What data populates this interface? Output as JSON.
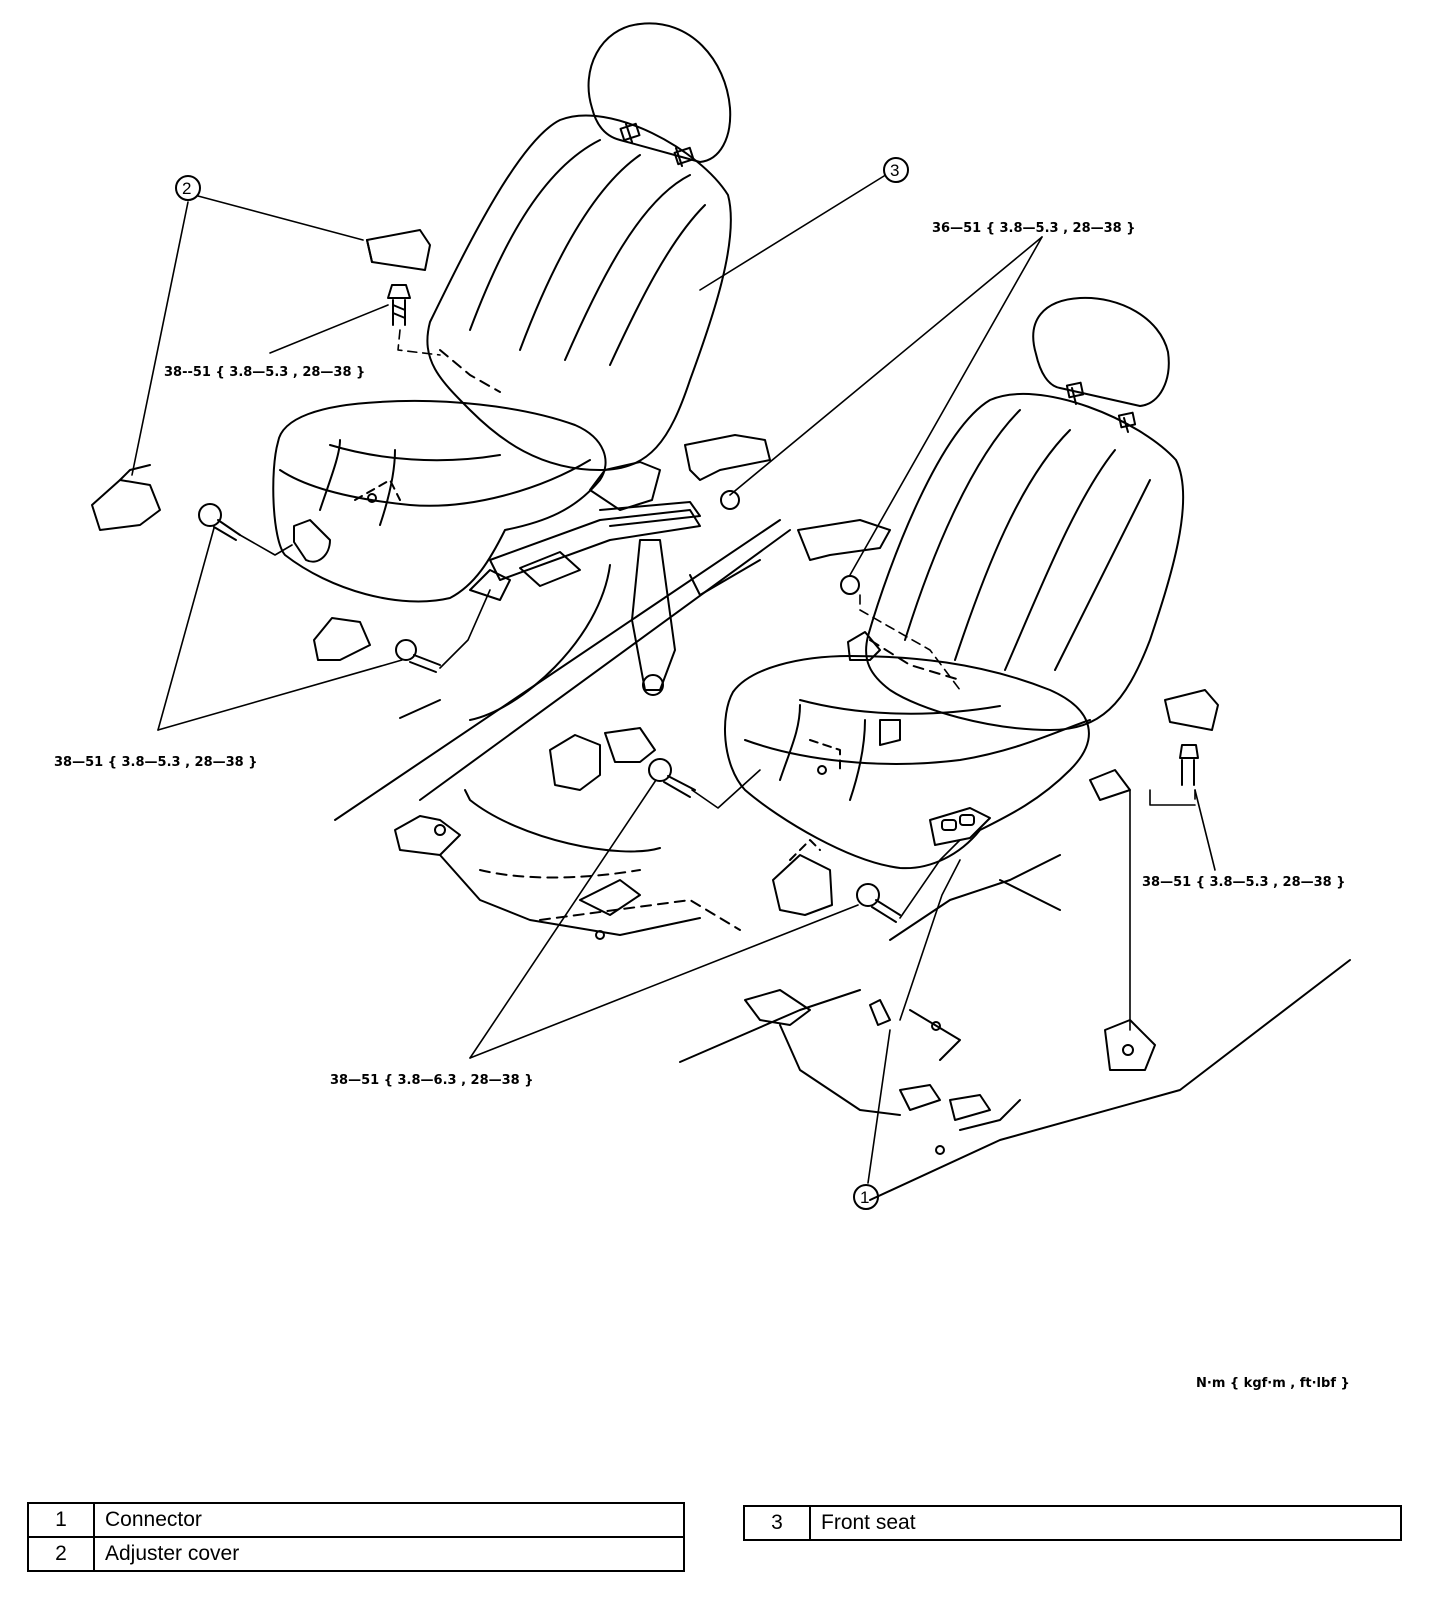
{
  "callouts": {
    "c1": "1",
    "c2": "2",
    "c3": "3"
  },
  "torque_labels": {
    "t1": "36—51 { 3.8—5.3 , 28—38 }",
    "t2": "38--51 { 3.8—5.3 , 28—38 }",
    "t3": "38—51 { 3.8—5.3 , 28—38 }",
    "t4": "38—51 { 3.8—5.3 , 28—38 }",
    "t5": "38—51 { 3.8—6.3 , 28—38 }"
  },
  "units": "N·m { kgf·m , ft·lbf }",
  "legend_left": [
    {
      "num": "1",
      "name": "Connector"
    },
    {
      "num": "2",
      "name": "Adjuster cover"
    }
  ],
  "legend_right": [
    {
      "num": "3",
      "name": "Front seat"
    }
  ]
}
